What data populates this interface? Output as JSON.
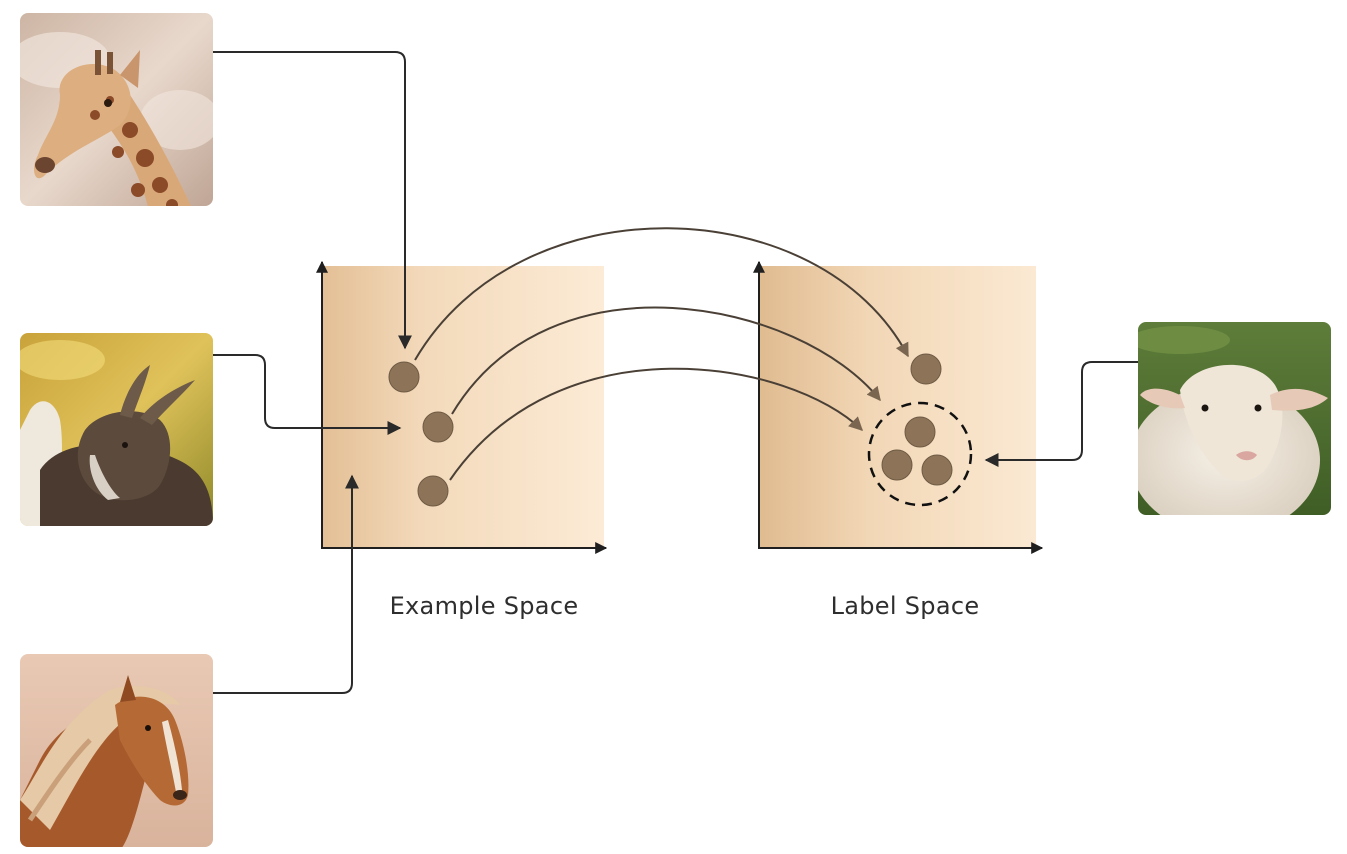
{
  "diagram": {
    "example_space_label": "Example Space",
    "label_space_label": "Label Space",
    "images": [
      {
        "subject": "giraffe",
        "icon": "giraffe-photo"
      },
      {
        "subject": "goat",
        "icon": "goat-photo"
      },
      {
        "subject": "horse",
        "icon": "horse-photo"
      },
      {
        "subject": "sheep",
        "icon": "sheep-photo"
      }
    ],
    "colors": {
      "dot": "#8d7458",
      "dot_stroke": "#6e5a44",
      "axis": "#1f1f1f",
      "arrow": "#3a3a3a",
      "curve": "#4a4036",
      "panel_light": "#fbe6cc",
      "panel_dark": "#e7c69e"
    }
  }
}
